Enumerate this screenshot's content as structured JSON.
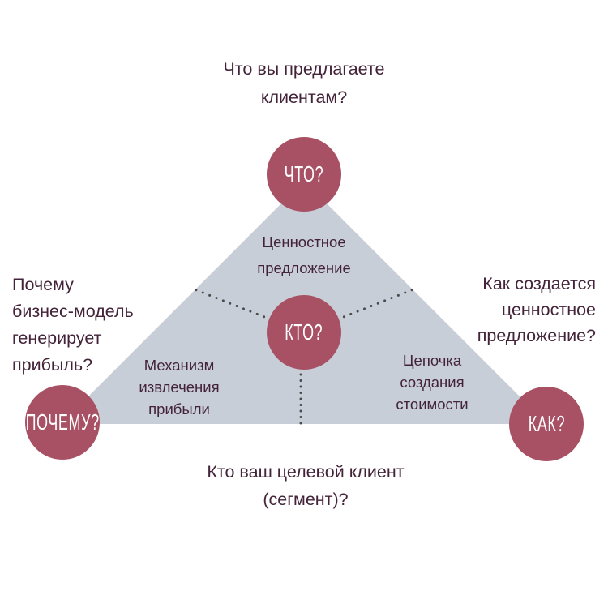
{
  "diagram": {
    "questions": {
      "top": "Что вы предлагаете\nклиентам?",
      "left": "Почему\nбизнес-модель\nгенерирует\nприбыль?",
      "right": "Как создается\nценностное\nпредложение?",
      "bottom": "Кто ваш целевой клиент\n(сегмент)?"
    },
    "nodes": {
      "what": "ЧТО?",
      "who": "КТО?",
      "why": "ПОЧЕМУ?",
      "how": "КАК?"
    },
    "sides": {
      "value_proposition": "Ценностное\nпредложение",
      "profit_mechanism": "Механизм\nизвлечения\nприбыли",
      "value_chain": "Цепочка\nсоздания\nстоимости"
    },
    "colors": {
      "circle_fill": "#a85064",
      "circle_text": "#ffffff",
      "triangle_fill": "#c8ced7",
      "text_ink": "#432339",
      "dot_color": "#4a4a4a",
      "background": "#ffffff"
    }
  }
}
